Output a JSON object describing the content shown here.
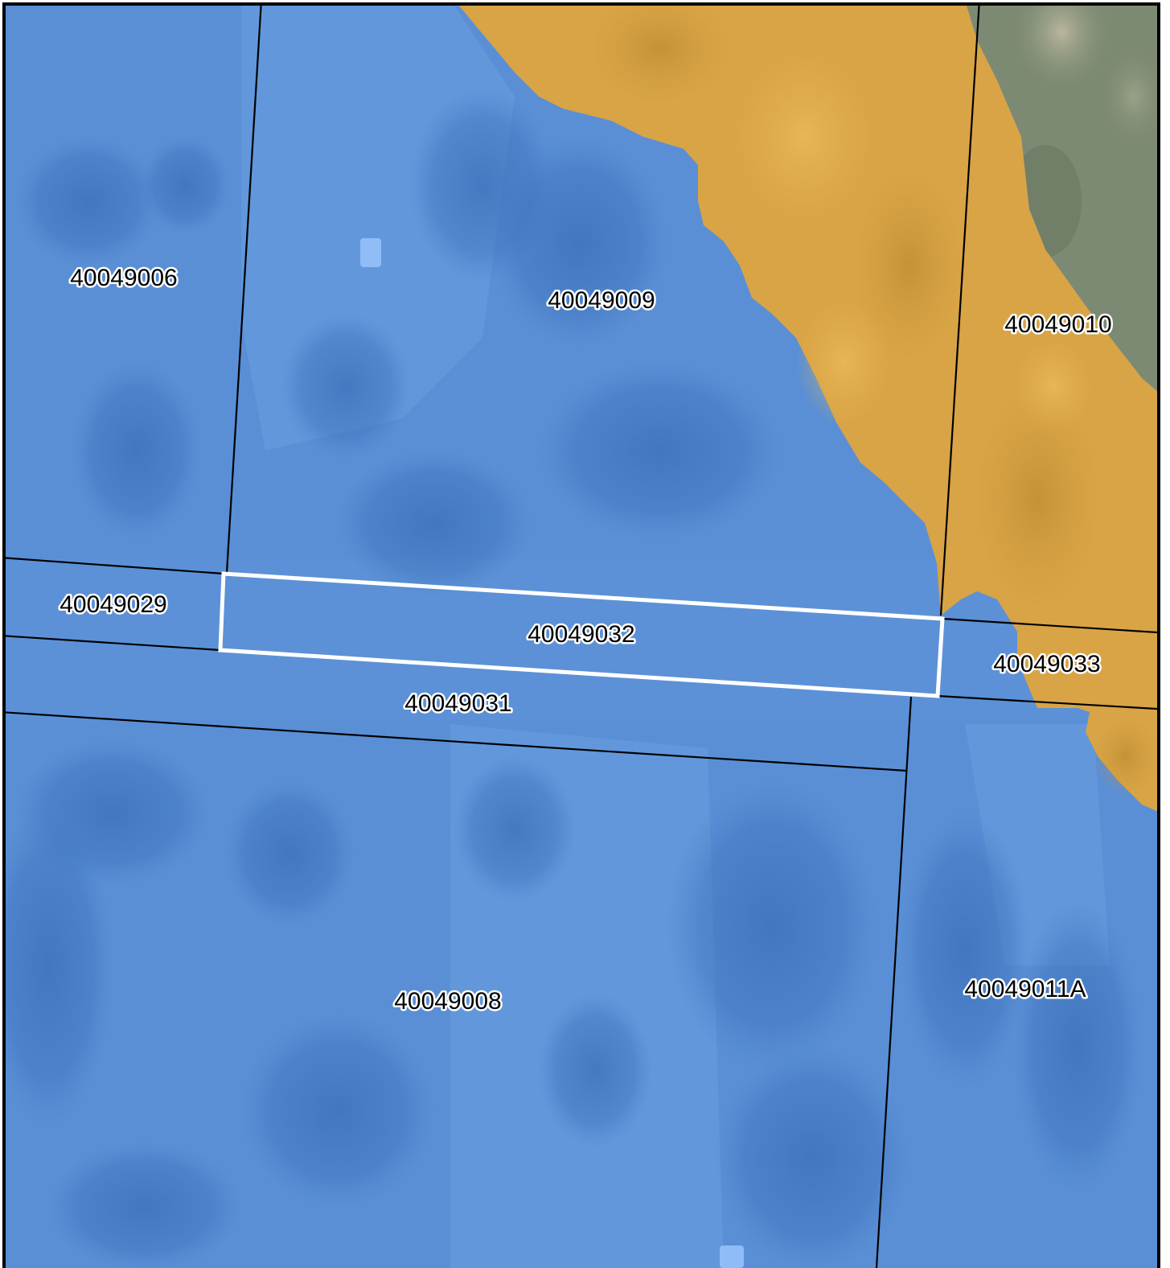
{
  "map": {
    "colors": {
      "flood_zone_blue": "#5a8fd6",
      "flood_zone_orange": "#d8a445",
      "aerial_green": "#7d8a73",
      "parcel_line": "#000000",
      "selected_parcel_outline": "#ffffff",
      "frame_border": "#000000"
    },
    "selected_parcel": "40049032",
    "parcels": [
      {
        "id": "40049006"
      },
      {
        "id": "40049009"
      },
      {
        "id": "40049010"
      },
      {
        "id": "40049029"
      },
      {
        "id": "40049032"
      },
      {
        "id": "40049033"
      },
      {
        "id": "40049031"
      },
      {
        "id": "40049008"
      },
      {
        "id": "40049011A"
      }
    ]
  }
}
